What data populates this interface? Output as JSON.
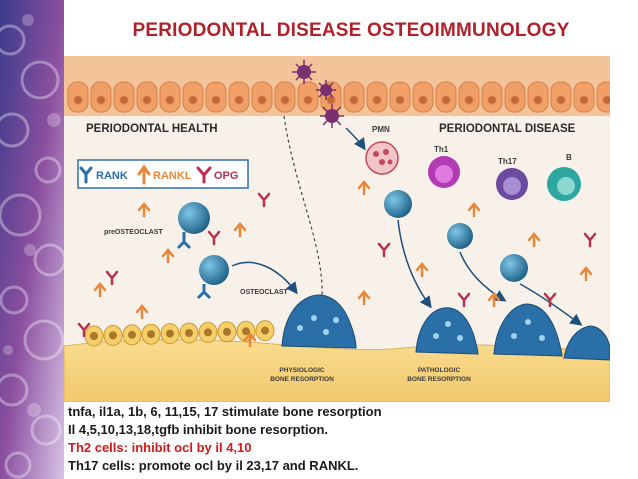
{
  "title": "PERIODONTAL DISEASE OSTEOIMMUNOLOGY",
  "diagram": {
    "health_label": "PERIODONTAL HEALTH",
    "disease_label": "PERIODONTAL DISEASE",
    "legend": {
      "rank": "RANK",
      "rankl": "RANKL",
      "opg": "OPG"
    },
    "cells": {
      "preosteoclast": "preOSTEOCLAST",
      "osteoclast": "OSTEOCLAST",
      "pmn": "PMN",
      "th1": "Th1",
      "th17": "Th17",
      "b": "B"
    },
    "resorption": {
      "physiologic_1": "PHYSIOLOGIC",
      "physiologic_2": "BONE RESORPTION",
      "pathologic_1": "PATHOLOGIC",
      "pathologic_2": "BONE RESORPTION"
    },
    "colors": {
      "rank": "#2a6fa8",
      "rankl": "#e8873a",
      "opg": "#b8304d",
      "bone": "#f6d98c",
      "epithelium": "#e9a06a"
    }
  },
  "notes": [
    "tnfa, il1a, 1b, 6, 11,15, 17 stimulate bone resorption",
    "Il 4,5,10,13,18,tgfb  inhibit bone resorption.",
    "Th2 cells: inhibit ocl by il 4,10",
    "Th17 cells: promote ocl by il 23,17 and RANKL."
  ]
}
